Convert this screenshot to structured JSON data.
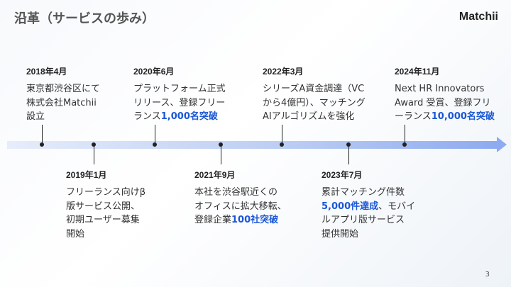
{
  "header": {
    "title": "沿革（サービスの歩み）",
    "logo": "Matchii"
  },
  "page_number": "3",
  "colors": {
    "highlight": "#1a56d6",
    "timeline": "#8eaaf0"
  },
  "events": [
    {
      "date": "2018年4月",
      "position": "top",
      "lines": [
        [
          {
            "t": "東京都渋谷区にて"
          }
        ],
        [
          {
            "t": "株式会社Matchii"
          }
        ],
        [
          {
            "t": "設立"
          }
        ]
      ]
    },
    {
      "date": "2019年1月",
      "position": "bottom",
      "lines": [
        [
          {
            "t": "フリーランス向けβ"
          }
        ],
        [
          {
            "t": "版サービス公開、"
          }
        ],
        [
          {
            "t": "初期ユーザー募集"
          }
        ],
        [
          {
            "t": "開始"
          }
        ]
      ]
    },
    {
      "date": "2020年6月",
      "position": "top",
      "lines": [
        [
          {
            "t": "プラットフォーム正式"
          }
        ],
        [
          {
            "t": "リリース、登録フリー"
          }
        ],
        [
          {
            "t": "ランス"
          },
          {
            "t": "1,000名突破",
            "hl": true
          }
        ]
      ]
    },
    {
      "date": "2021年9月",
      "position": "bottom",
      "lines": [
        [
          {
            "t": "本社を渋谷駅近くの"
          }
        ],
        [
          {
            "t": "オフィスに拡大移転、"
          }
        ],
        [
          {
            "t": "登録企業"
          },
          {
            "t": "100社突破",
            "hl": true
          }
        ]
      ]
    },
    {
      "date": "2022年3月",
      "position": "top",
      "lines": [
        [
          {
            "t": "シリーズA資金調達（VC"
          }
        ],
        [
          {
            "t": "から4億円）、マッチング"
          }
        ],
        [
          {
            "t": "AIアルゴリズムを強化"
          }
        ]
      ]
    },
    {
      "date": "2023年7月",
      "position": "bottom",
      "lines": [
        [
          {
            "t": "累計マッチング件数"
          }
        ],
        [
          {
            "t": "5,000件達成",
            "hl": true
          },
          {
            "t": "、モバイ"
          }
        ],
        [
          {
            "t": "ルアプリ版サービス"
          }
        ],
        [
          {
            "t": "提供開始"
          }
        ]
      ]
    },
    {
      "date": "2024年11月",
      "position": "top",
      "lines": [
        [
          {
            "t": "Next HR Innovators"
          }
        ],
        [
          {
            "t": "Award 受賞、登録フリ"
          }
        ],
        [
          {
            "t": "ーランス"
          },
          {
            "t": "10,000名突破",
            "hl": true
          }
        ]
      ]
    }
  ]
}
